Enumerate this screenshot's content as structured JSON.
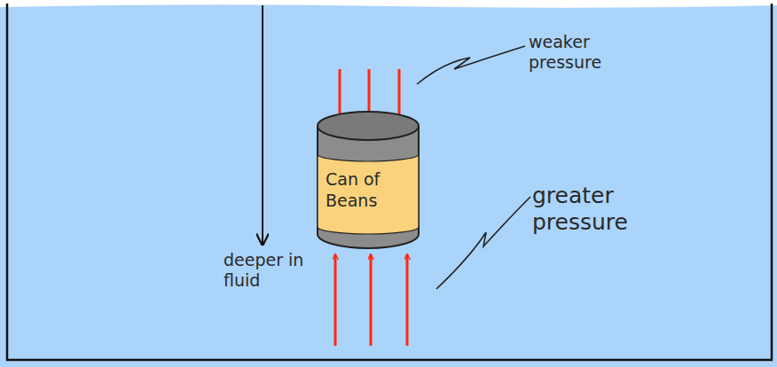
{
  "diagram": {
    "nodes": [
      {
        "text": [
          "Can of Beans"
        ]
      }
    ],
    "labels": [
      "weaker pressure",
      "greater pressure",
      "deeper in fluid"
    ]
  }
}
